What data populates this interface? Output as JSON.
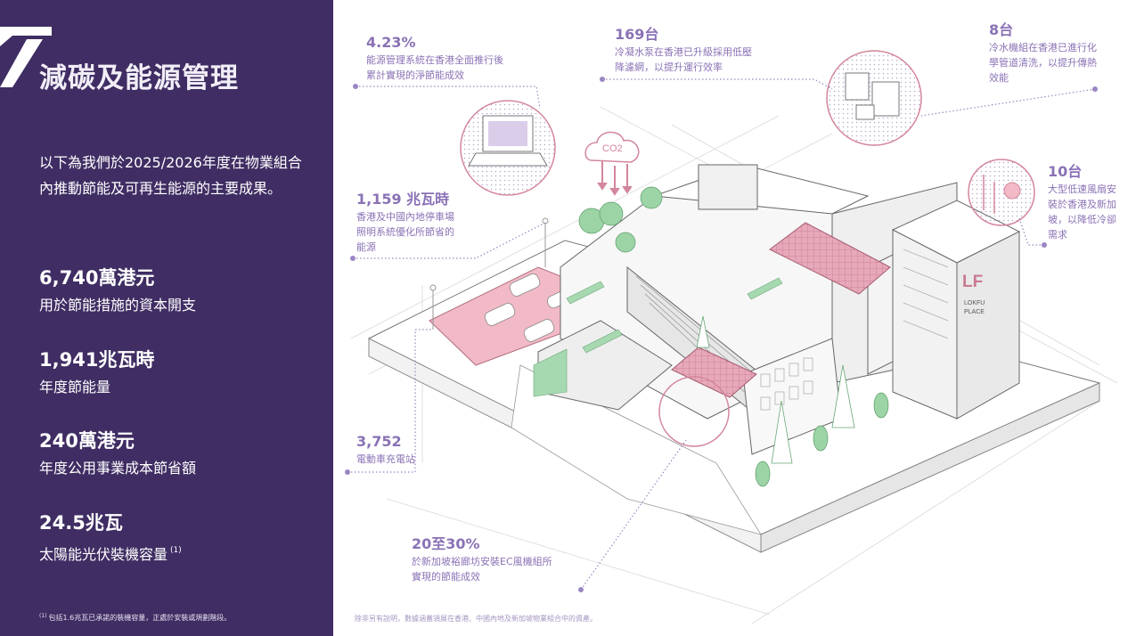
{
  "left_panel": {
    "title": "減碳及能源管理",
    "intro": "以下為我們於2025/2026年度在物業組合內推動節能及可再生能源的主要成果。",
    "stats": [
      {
        "value": "6,740萬港元",
        "label": "用於節能措施的資本開支"
      },
      {
        "value": "1,941兆瓦時",
        "label": "年度節能量"
      },
      {
        "value": "240萬港元",
        "label": "年度公用事業成本節省額"
      },
      {
        "value": "24.5兆瓦",
        "label": "太陽能光伏裝機容量",
        "note_ref": "(1)"
      }
    ],
    "footnote": {
      "mark": "(1)",
      "text": "包括1.6兆瓦已承諾的裝機容量，正處於安裝或規劃階段。"
    }
  },
  "callouts": {
    "energy_mgmt": {
      "value": "4.23%",
      "desc": [
        "能源管理系統在香港全面推行後",
        "累計實現的淨節能成效"
      ]
    },
    "pumps": {
      "value": "169台",
      "desc": [
        "冷凝水泵在香港已升級採用低壓",
        "降濾網，以提升運行效率"
      ]
    },
    "chillers": {
      "value": "8台",
      "desc": [
        "冷水機組在香港已進行化",
        "學管道清洗，以提升傳熱",
        "效能"
      ]
    },
    "lighting": {
      "value": "1,159 兆瓦時",
      "desc": [
        "香港及中國內地停車場",
        "照明系統優化所節省的",
        "能源"
      ]
    },
    "fans": {
      "value": "10台",
      "desc": [
        "大型低速風扇安",
        "裝於香港及新加",
        "坡，以降低冷卻",
        "需求"
      ]
    },
    "ev": {
      "value": "3,752",
      "desc": [
        "電動車充電站"
      ]
    },
    "ec_fans": {
      "value": "20至30%",
      "desc": [
        "於新加坡裕廊坊安裝EC風機組所",
        "實現的節能成效"
      ]
    }
  },
  "illustration": {
    "co2_label": "CO2",
    "building_logo": "LF",
    "building_name": [
      "LOKFU",
      "PLACE"
    ]
  },
  "footnote_right": "除非另有說明，數據涵蓋領展在香港、中國內地及新加坡物業組合中的資產。",
  "colors": {
    "panel": "#3f2d63",
    "accent": "#8a72b5",
    "pink": "#e3a1b3",
    "green": "#8fcf9b",
    "line": "#555555"
  }
}
